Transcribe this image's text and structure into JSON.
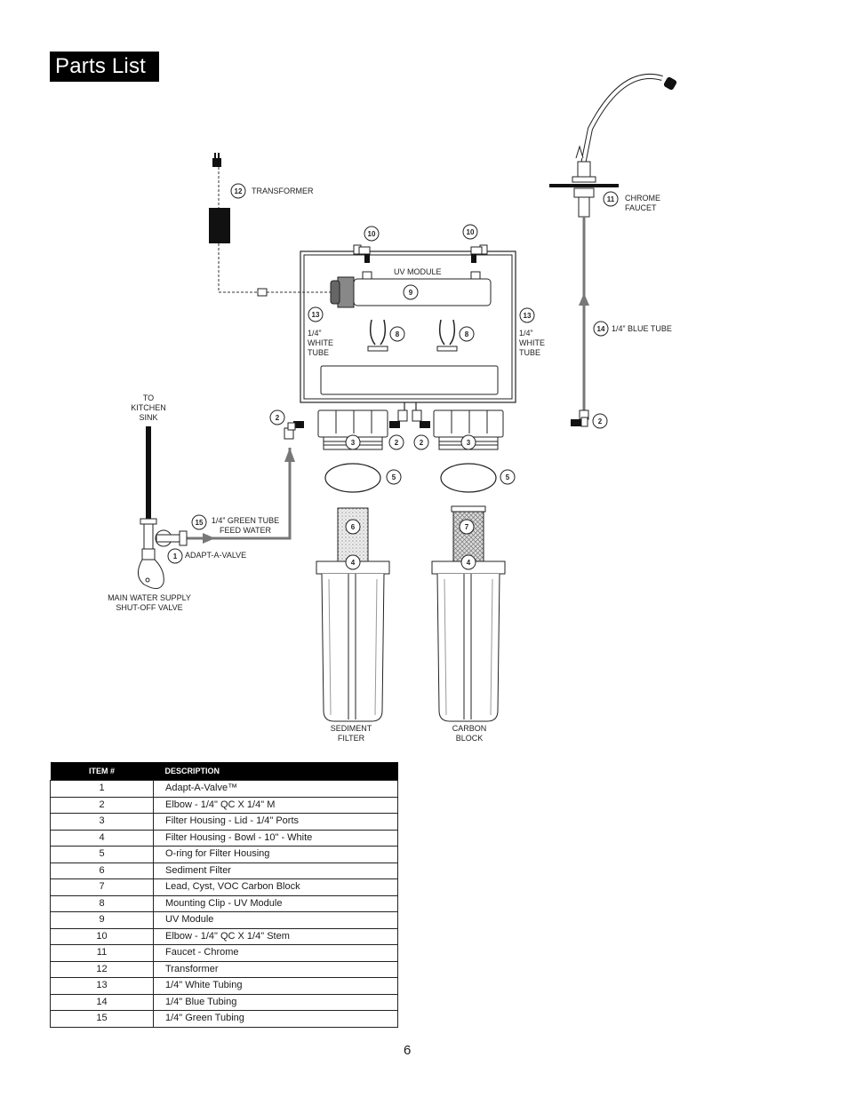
{
  "header": {
    "title": "Parts List"
  },
  "diagram": {
    "labels": {
      "transformer": "TRANSFORMER",
      "chrome_faucet_1": "CHROME",
      "chrome_faucet_2": "FAUCET",
      "uv_module": "UV MODULE",
      "white_tube_left_1": "1/4”",
      "white_tube_left_2": "WHITE",
      "white_tube_left_3": "TUBE",
      "white_tube_right_1": "1/4”",
      "white_tube_right_2": "WHITE",
      "white_tube_right_3": "TUBE",
      "blue_tube": "1/4” BLUE TUBE",
      "to_kitchen_1": "TO",
      "to_kitchen_2": "KITCHEN",
      "to_kitchen_3": "SINK",
      "green_tube_1": "1/4” GREEN TUBE",
      "green_tube_2": "FEED WATER",
      "adapt_a_valve": "ADAPT-A-VALVE",
      "main_supply_1": "MAIN WATER SUPPLY",
      "main_supply_2": "SHUT-OFF VALVE",
      "sediment_1": "SEDIMENT",
      "sediment_2": "FILTER",
      "carbon_1": "CARBON",
      "carbon_2": "BLOCK"
    },
    "callouts": {
      "transformer": "12",
      "faucet": "11",
      "elbow_stem_left": "10",
      "elbow_stem_right": "10",
      "uv": "9",
      "white_tube_left": "13",
      "white_tube_right": "13",
      "clip_left": "8",
      "clip_right": "8",
      "blue_tube": "14",
      "elbow_faucet": "2",
      "elbow_feed": "2",
      "elbow_lid_left": "2",
      "elbow_lid_right": "2",
      "lid_left": "3",
      "lid_right": "3",
      "oring_left": "5",
      "oring_right": "5",
      "sediment_cart": "6",
      "carbon_cart": "7",
      "bowl_left": "4",
      "bowl_right": "4",
      "green_tube": "15",
      "valve": "1"
    }
  },
  "table": {
    "headers": [
      "ITEM #",
      "DESCRIPTION"
    ],
    "rows": [
      [
        "1",
        "Adapt-A-Valve™"
      ],
      [
        "2",
        "Elbow - 1/4\" QC  X 1/4\" M"
      ],
      [
        "3",
        "Filter Housing - Lid - 1/4\" Ports"
      ],
      [
        "4",
        "Filter Housing - Bowl - 10\" - White"
      ],
      [
        "5",
        "O-ring for Filter Housing"
      ],
      [
        "6",
        "Sediment Filter"
      ],
      [
        "7",
        "Lead, Cyst, VOC Carbon Block"
      ],
      [
        "8",
        "Mounting Clip - UV Module"
      ],
      [
        "9",
        "UV Module"
      ],
      [
        "10",
        "Elbow - 1/4\" QC X 1/4\" Stem"
      ],
      [
        "11",
        "Faucet - Chrome"
      ],
      [
        "12",
        "Transformer"
      ],
      [
        "13",
        "1/4\" White Tubing"
      ],
      [
        "14",
        "1/4\" Blue Tubing"
      ],
      [
        "15",
        "1/4\" Green Tubing"
      ]
    ]
  },
  "footer": {
    "page_number": "6"
  }
}
